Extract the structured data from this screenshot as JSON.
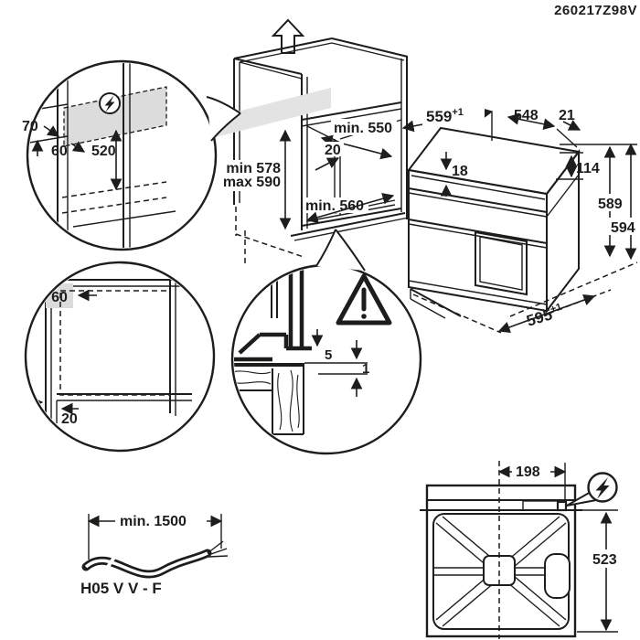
{
  "document": {
    "code": "260217Z98V"
  },
  "colors": {
    "line": "#1d1d1b",
    "shade": "#dcdcdc",
    "zone": "#e3e3e3",
    "background": "#ffffff"
  },
  "cabinet": {
    "labels": {
      "depth": "min. 550",
      "rear_gap": "20",
      "height_min": "min 578",
      "height_max": "max 590",
      "width": "min. 560"
    }
  },
  "oven": {
    "labels": {
      "width_top": "559",
      "width_top_sup": "+1",
      "depth": "548",
      "rear_offset": "21",
      "top_inset": "18",
      "panel_height": "114",
      "height_body": "589",
      "height_total": "594",
      "width_bottom": "595",
      "width_bottom_sup": "+1"
    }
  },
  "detail_electrical": {
    "labels": {
      "height": "70",
      "inset": "60",
      "length": "520"
    },
    "icon": "power"
  },
  "detail_clearance": {
    "labels": {
      "side": "60",
      "front": "20"
    }
  },
  "detail_gap": {
    "labels": {
      "top_gap": "5",
      "bottom_gap": "1"
    },
    "icon": "warning"
  },
  "cable": {
    "labels": {
      "length": "min. 1500",
      "type": "H05 V V - F"
    }
  },
  "back_view": {
    "labels": {
      "terminal_offset": "198",
      "terminal_height": "523"
    },
    "icon": "power"
  }
}
